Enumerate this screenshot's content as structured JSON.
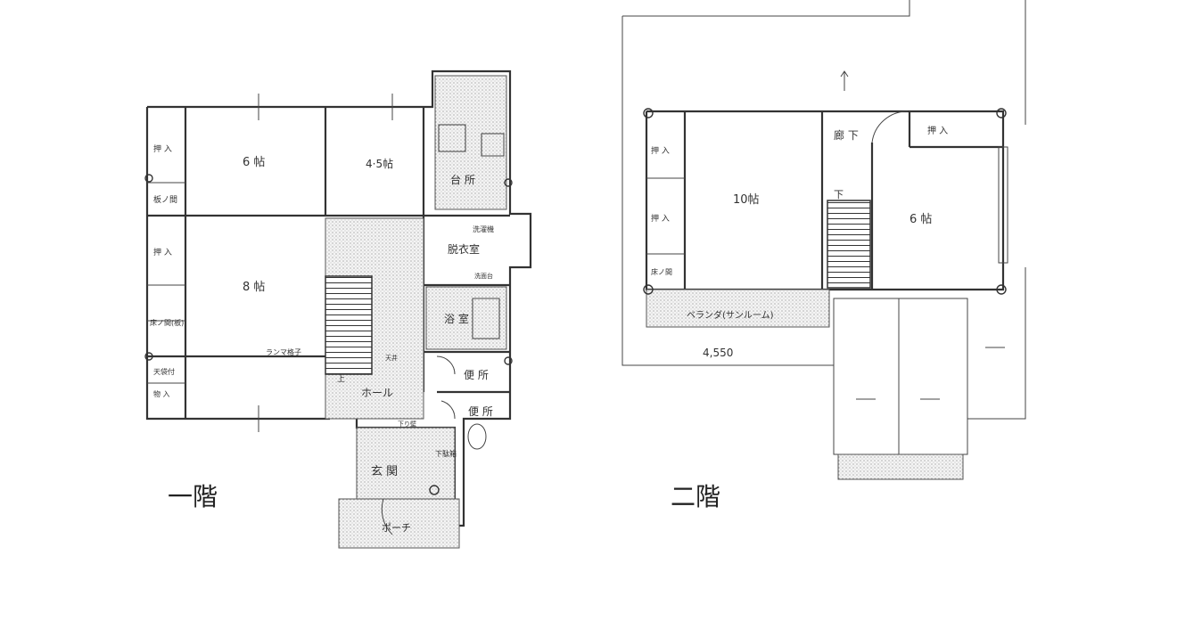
{
  "floor1": {
    "label": "一階",
    "rooms": {
      "r6": "6 帖",
      "r45": "4·5帖",
      "r8": "8 帖",
      "kitchen": "台 所",
      "dressing": "脱衣室",
      "washer": "洗濯機",
      "washbasin": "洗面台",
      "bath": "浴 室",
      "toilet1": "便 所",
      "toilet2": "便 所",
      "hall": "ホール",
      "entrance": "玄 関",
      "porch": "ポーチ",
      "closet1": "押 入",
      "closet2": "押 入",
      "closet3": "物 入",
      "itanoma": "板ノ間",
      "tokonoma": "床ノ間(板)",
      "tenbukuro": "天袋付",
      "shoebox": "下駄箱",
      "ramma": "ランマ格子",
      "ceiling": "天井",
      "up": "上",
      "upper": "下り壁"
    }
  },
  "floor2": {
    "label": "二階",
    "rooms": {
      "r10": "10帖",
      "r6": "6 帖",
      "corridor": "廊 下",
      "closet1": "押 入",
      "closet2": "押 入",
      "closet3": "押 入",
      "tokonoma": "床ノ間",
      "veranda": "ベランダ(サンルーム)",
      "down": "下",
      "dimension": "4,550"
    }
  }
}
